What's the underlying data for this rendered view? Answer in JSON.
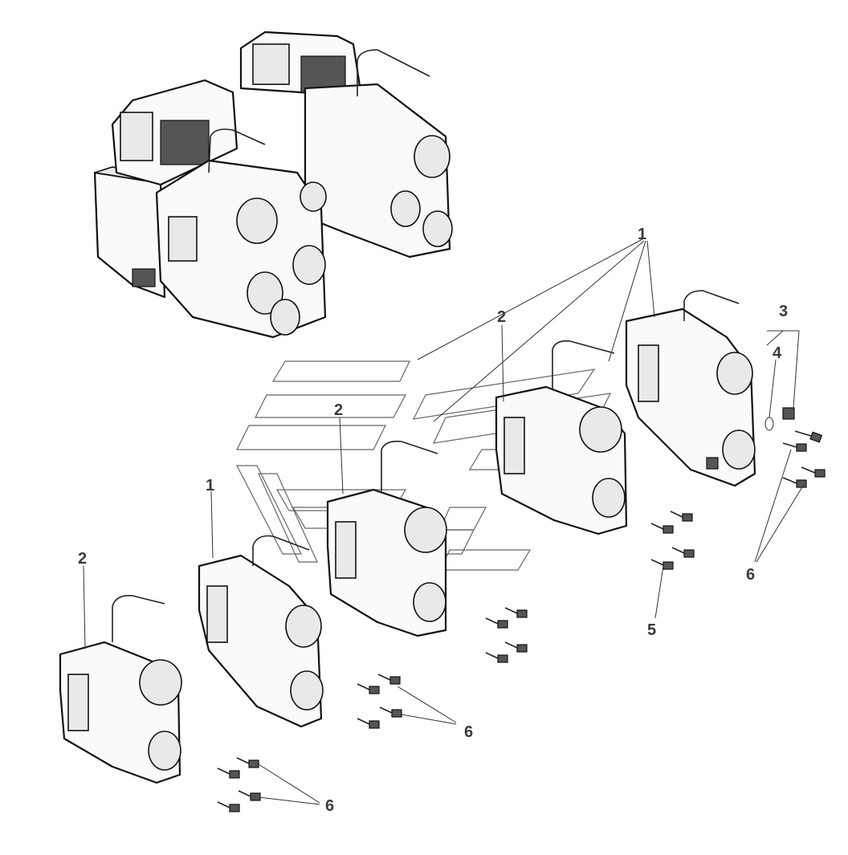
{
  "callouts": [
    {
      "id": "c1a",
      "label": "1"
    },
    {
      "id": "c1b",
      "label": "1"
    },
    {
      "id": "c2a",
      "label": "2"
    },
    {
      "id": "c2b",
      "label": "2"
    },
    {
      "id": "c2c",
      "label": "2"
    },
    {
      "id": "c3",
      "label": "3"
    },
    {
      "id": "c4",
      "label": "4"
    },
    {
      "id": "c5",
      "label": "5"
    },
    {
      "id": "c6a",
      "label": "6"
    },
    {
      "id": "c6b",
      "label": "6"
    },
    {
      "id": "c6c",
      "label": "6"
    }
  ]
}
